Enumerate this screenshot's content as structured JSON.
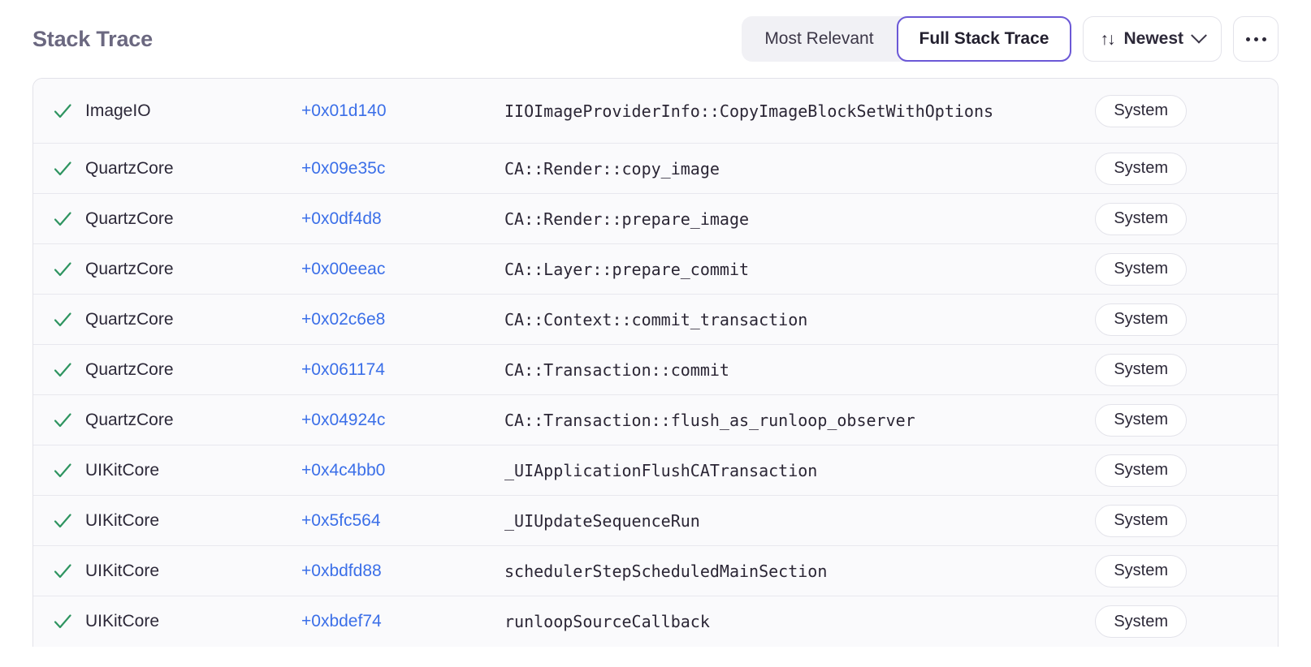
{
  "header": {
    "title": "Stack Trace",
    "segmented": {
      "options": [
        {
          "label": "Most Relevant",
          "active": false
        },
        {
          "label": "Full Stack Trace",
          "active": true
        }
      ]
    },
    "sort": {
      "icon": "sort-updown-icon",
      "glyph": "↑↓",
      "label": "Newest"
    },
    "more": {
      "label": "…",
      "icon": "ellipsis-icon"
    }
  },
  "colors": {
    "accent_purple": "#6b58d6",
    "link_blue": "#3b6fe8",
    "check_green": "#2e9460",
    "title_gray": "#6b6880",
    "row_bg": "#fafafc",
    "border": "#e2e2e9"
  },
  "table": {
    "columns": [
      "status",
      "module",
      "offset",
      "symbol",
      "origin"
    ],
    "rows": [
      {
        "checked": true,
        "module": "ImageIO",
        "offset": "+0x01d140",
        "symbol": "IIOImageProviderInfo::CopyImageBlockSetWithOptions",
        "badge": "System"
      },
      {
        "checked": true,
        "module": "QuartzCore",
        "offset": "+0x09e35c",
        "symbol": "CA::Render::copy_image",
        "badge": "System"
      },
      {
        "checked": true,
        "module": "QuartzCore",
        "offset": "+0x0df4d8",
        "symbol": "CA::Render::prepare_image",
        "badge": "System"
      },
      {
        "checked": true,
        "module": "QuartzCore",
        "offset": "+0x00eeac",
        "symbol": "CA::Layer::prepare_commit",
        "badge": "System"
      },
      {
        "checked": true,
        "module": "QuartzCore",
        "offset": "+0x02c6e8",
        "symbol": "CA::Context::commit_transaction",
        "badge": "System"
      },
      {
        "checked": true,
        "module": "QuartzCore",
        "offset": "+0x061174",
        "symbol": "CA::Transaction::commit",
        "badge": "System"
      },
      {
        "checked": true,
        "module": "QuartzCore",
        "offset": "+0x04924c",
        "symbol": "CA::Transaction::flush_as_runloop_observer",
        "badge": "System"
      },
      {
        "checked": true,
        "module": "UIKitCore",
        "offset": "+0x4c4bb0",
        "symbol": "_UIApplicationFlushCATransaction",
        "badge": "System"
      },
      {
        "checked": true,
        "module": "UIKitCore",
        "offset": "+0x5fc564",
        "symbol": "_UIUpdateSequenceRun",
        "badge": "System"
      },
      {
        "checked": true,
        "module": "UIKitCore",
        "offset": "+0xbdfd88",
        "symbol": "schedulerStepScheduledMainSection",
        "badge": "System"
      },
      {
        "checked": true,
        "module": "UIKitCore",
        "offset": "+0xbdef74",
        "symbol": "runloopSourceCallback",
        "badge": "System"
      }
    ]
  }
}
